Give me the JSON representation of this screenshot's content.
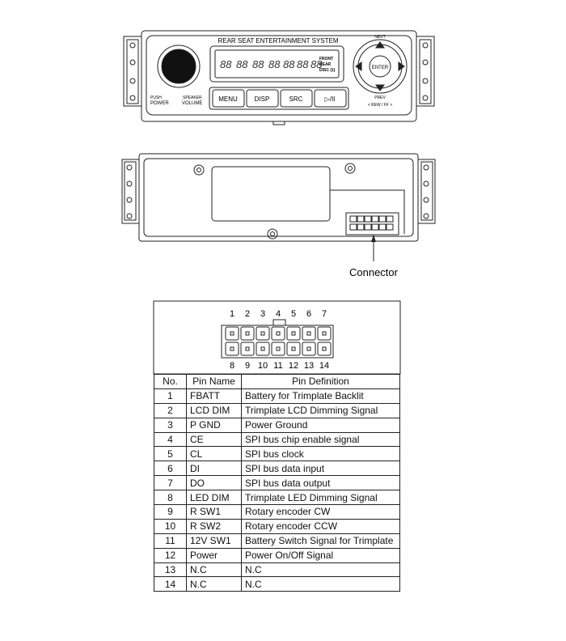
{
  "front_panel": {
    "system_title": "REAR SEAT ENTERTAINMENT SYSTEM",
    "display_digits": [
      "88",
      "88",
      "88",
      "88",
      "88",
      "88",
      "88"
    ],
    "display_indicators": [
      "FRONT",
      "REAR",
      "DISC (1)"
    ],
    "knob_labels": {
      "push": "PUSH",
      "power": "POWER",
      "speaker": "SPEAKER",
      "volume": "VOLUME"
    },
    "buttons": [
      {
        "label": "MENU"
      },
      {
        "label": "DISP"
      },
      {
        "label": "SRC"
      },
      {
        "label": "▷/II"
      }
    ],
    "dpad": {
      "center": "ENTER",
      "top": "NEXT",
      "bottom": "PREV",
      "bottom_caption": "< REW / FF >"
    }
  },
  "rear_panel": {
    "callout_label": "Connector"
  },
  "connector_pinout": {
    "top_numbers": [
      "1",
      "2",
      "3",
      "4",
      "5",
      "6",
      "7"
    ],
    "bottom_numbers": [
      "8",
      "9",
      "10",
      "11",
      "12",
      "13",
      "14"
    ]
  },
  "pin_table": {
    "headers": [
      "No.",
      "Pin Name",
      "Pin Definition"
    ],
    "rows": [
      {
        "no": "1",
        "name": "FBATT",
        "definition": "Battery for Trimplate Backlit"
      },
      {
        "no": "2",
        "name": "LCD DIM",
        "definition": "Trimplate LCD Dimming Signal"
      },
      {
        "no": "3",
        "name": "P GND",
        "definition": "Power Ground"
      },
      {
        "no": "4",
        "name": "CE",
        "definition": "SPI bus chip enable signal"
      },
      {
        "no": "5",
        "name": "CL",
        "definition": "SPI bus clock"
      },
      {
        "no": "6",
        "name": "DI",
        "definition": "SPI bus data input"
      },
      {
        "no": "7",
        "name": "DO",
        "definition": "SPI bus data output"
      },
      {
        "no": "8",
        "name": "LED DIM",
        "definition": "Trimplate LED Dimming Signal"
      },
      {
        "no": "9",
        "name": "R SW1",
        "definition": "Rotary encoder CW"
      },
      {
        "no": "10",
        "name": "R SW2",
        "definition": "Rotary encoder CCW"
      },
      {
        "no": "11",
        "name": "12V SW1",
        "definition": "Battery Switch Signal for Trimplate"
      },
      {
        "no": "12",
        "name": "Power",
        "definition": "Power On/Off Signal"
      },
      {
        "no": "13",
        "name": "N.C",
        "definition": "N.C"
      },
      {
        "no": "14",
        "name": "N.C",
        "definition": "N.C"
      }
    ]
  }
}
